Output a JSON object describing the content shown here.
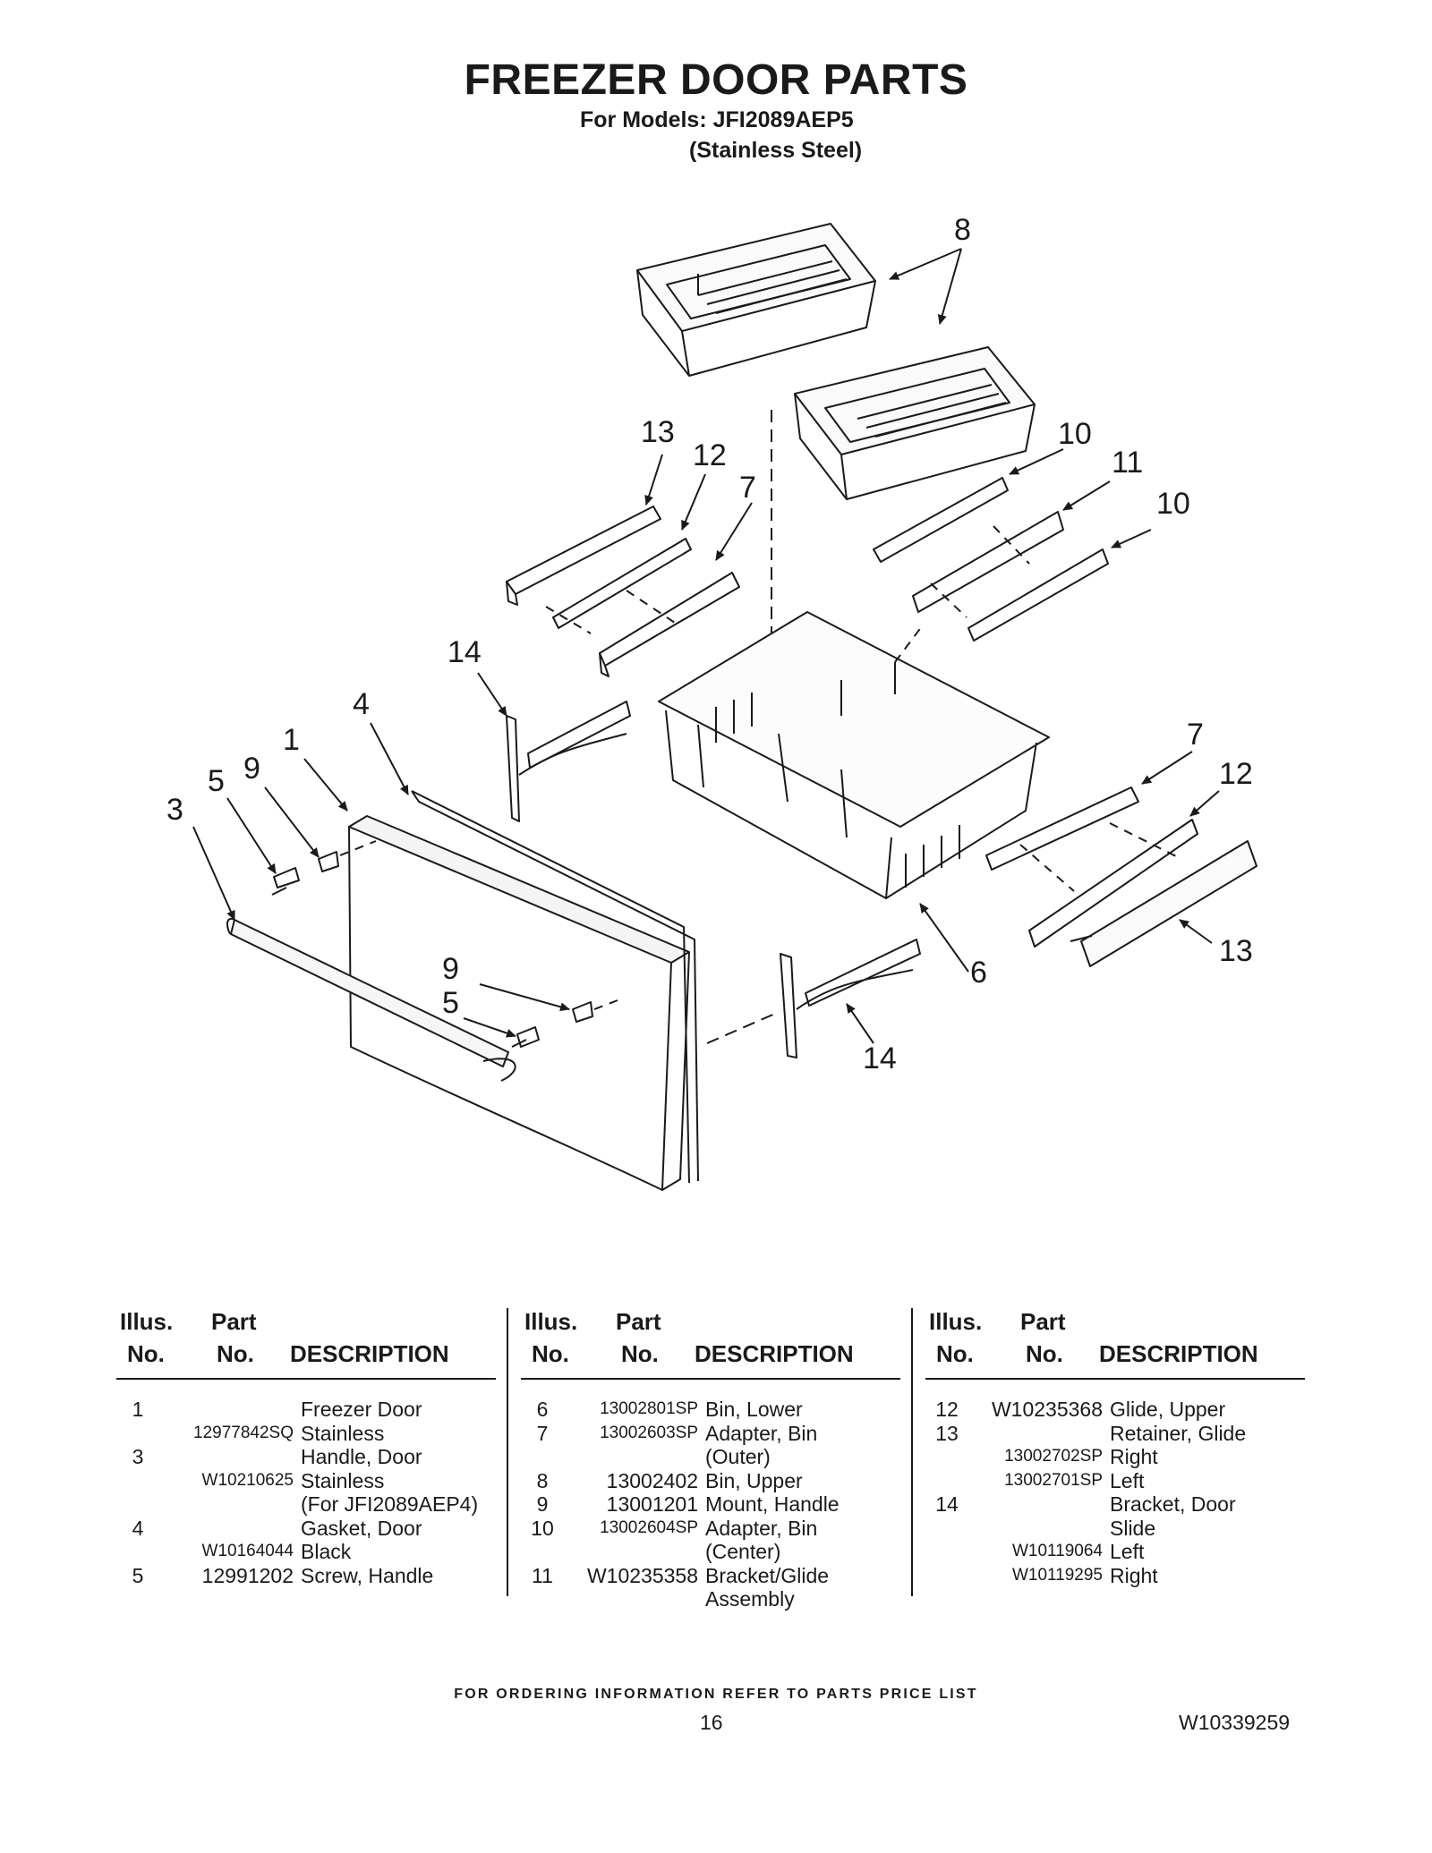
{
  "header": {
    "title": "FREEZER DOOR PARTS",
    "models_line": "For Models: JFI2089AEP5",
    "finish_line": "(Stainless Steel)"
  },
  "diagram": {
    "callouts": [
      "8",
      "13",
      "12",
      "7",
      "10",
      "11",
      "10",
      "14",
      "4",
      "1",
      "9",
      "5",
      "3",
      "7",
      "12",
      "9",
      "5",
      "6",
      "13",
      "14"
    ]
  },
  "table_headers": {
    "illus_top": "Illus.",
    "illus_bottom": "No.",
    "part_top": "Part",
    "part_bottom": "No.",
    "description": "DESCRIPTION"
  },
  "columns": [
    [
      {
        "illus": "1",
        "part": "",
        "desc": "Freezer Door"
      },
      {
        "illus": "",
        "part": "12977842SQ",
        "desc": "Stainless"
      },
      {
        "illus": "3",
        "part": "",
        "desc": "Handle, Door"
      },
      {
        "illus": "",
        "part": "W10210625",
        "desc": "Stainless"
      },
      {
        "illus": "",
        "part": "",
        "desc": "(For JFI2089AEP4)"
      },
      {
        "illus": "4",
        "part": "",
        "desc": "Gasket, Door"
      },
      {
        "illus": "",
        "part": "W10164044",
        "desc": "Black"
      },
      {
        "illus": "5",
        "part": "12991202",
        "desc": "Screw, Handle"
      }
    ],
    [
      {
        "illus": "6",
        "part": "13002801SP",
        "desc": "Bin, Lower"
      },
      {
        "illus": "7",
        "part": "13002603SP",
        "desc": "Adapter, Bin"
      },
      {
        "illus": "",
        "part": "",
        "desc": "(Outer)"
      },
      {
        "illus": "8",
        "part": "13002402",
        "desc": "Bin, Upper"
      },
      {
        "illus": "9",
        "part": "13001201",
        "desc": "Mount, Handle"
      },
      {
        "illus": "10",
        "part": "13002604SP",
        "desc": "Adapter, Bin"
      },
      {
        "illus": "",
        "part": "",
        "desc": "(Center)"
      },
      {
        "illus": "11",
        "part": "W10235358",
        "desc": "Bracket/Glide"
      },
      {
        "illus": "",
        "part": "",
        "desc": "Assembly"
      }
    ],
    [
      {
        "illus": "12",
        "part": "W10235368",
        "desc": "Glide, Upper"
      },
      {
        "illus": "13",
        "part": "",
        "desc": "Retainer, Glide"
      },
      {
        "illus": "",
        "part": "13002702SP",
        "desc": "Right"
      },
      {
        "illus": "",
        "part": "13002701SP",
        "desc": "Left"
      },
      {
        "illus": "14",
        "part": "",
        "desc": "Bracket, Door"
      },
      {
        "illus": "",
        "part": "",
        "desc": "Slide"
      },
      {
        "illus": "",
        "part": "W10119064",
        "desc": "Left"
      },
      {
        "illus": "",
        "part": "W10119295",
        "desc": "Right"
      }
    ]
  ],
  "footer": {
    "ordering_note": "FOR ORDERING INFORMATION REFER TO PARTS PRICE LIST",
    "page_number": "16",
    "document_number": "W10339259"
  }
}
